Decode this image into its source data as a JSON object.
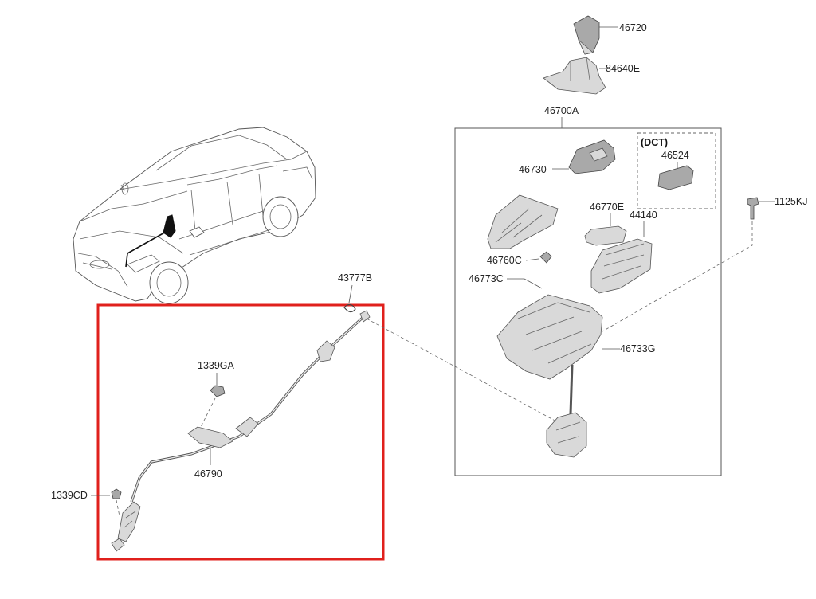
{
  "labels": {
    "p46720": "46720",
    "p84640E": "84640E",
    "p46700A": "46700A",
    "dct": "(DCT)",
    "p46524": "46524",
    "p46730": "46730",
    "p46770E": "46770E",
    "p44140": "44140",
    "p1125KJ": "1125KJ",
    "p46760C": "46760C",
    "p46773C": "46773C",
    "p46733G": "46733G",
    "p43777B": "43777B",
    "p1339GA": "1339GA",
    "p46790": "46790",
    "p1339CD": "1339CD"
  },
  "colors": {
    "highlight_box": "#e0201c",
    "line": "#555555",
    "part_fill": "#d9d9d9"
  }
}
